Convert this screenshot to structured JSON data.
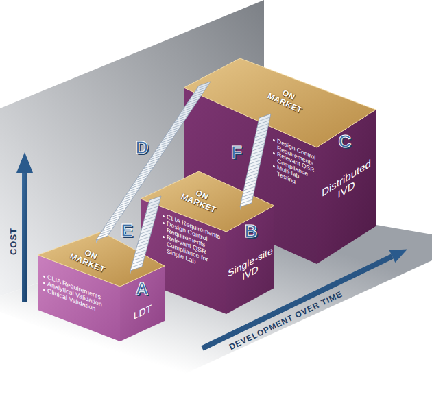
{
  "diagram": {
    "nodes": [
      {
        "text": [
          "ON MARKET",
          "A",
          "CLIA Requirements",
          "Analytical Validation",
          "Clinical Validation",
          "LDT"
        ]
      },
      {
        "text": [
          "ON MARKET",
          "B",
          "CLIA Requirements",
          "Design Control Requirements",
          "Relevant QSR Compliance for Single Lab",
          "Single-site IVD"
        ]
      },
      {
        "text": [
          "ON MARKET",
          "C",
          "Design Control Requirements",
          "Relevant QSR Compliance",
          "Multi-lab Testing",
          "Distributed IVD"
        ]
      }
    ],
    "edges": [
      {
        "from": 0,
        "to": 2,
        "arrow": "none",
        "label": "D"
      },
      {
        "from": 0,
        "to": 1,
        "arrow": "none",
        "label": "E"
      },
      {
        "from": 1,
        "to": 2,
        "arrow": "none",
        "label": "F"
      }
    ],
    "labels": [
      "COST",
      "DEVELOPMENT OVER TIME"
    ]
  }
}
